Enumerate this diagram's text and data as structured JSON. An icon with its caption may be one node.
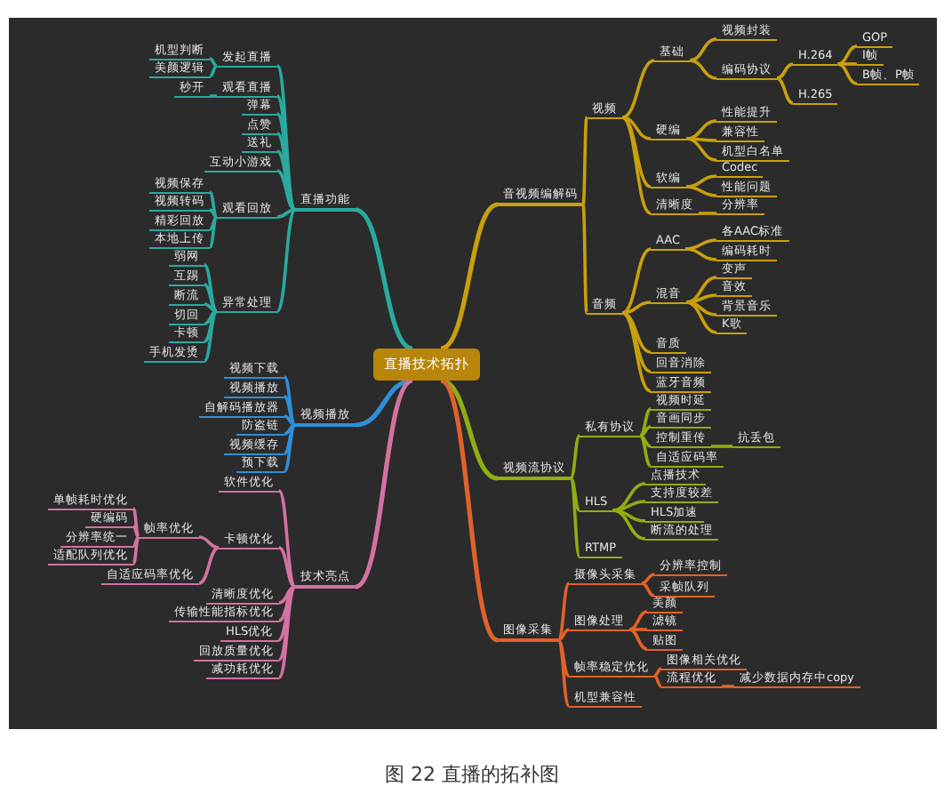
{
  "diagram": {
    "caption": "图 22 直播的拓补图",
    "nodes": [
      {
        "text": [
          "直播技术拓扑"
        ]
      },
      {
        "text": [
          "音视频编解码"
        ]
      },
      {
        "text": [
          "视频"
        ]
      },
      {
        "text": [
          "基础"
        ]
      },
      {
        "text": [
          "视频封装"
        ]
      },
      {
        "text": [
          "编码协议"
        ]
      },
      {
        "text": [
          "H.264"
        ]
      },
      {
        "text": [
          "GOP"
        ]
      },
      {
        "text": [
          "I帧"
        ]
      },
      {
        "text": [
          "B帧、P帧"
        ]
      },
      {
        "text": [
          "H.265"
        ]
      },
      {
        "text": [
          "硬编"
        ]
      },
      {
        "text": [
          "性能提升"
        ]
      },
      {
        "text": [
          "兼容性"
        ]
      },
      {
        "text": [
          "机型白名单"
        ]
      },
      {
        "text": [
          "软编"
        ]
      },
      {
        "text": [
          "Codec"
        ]
      },
      {
        "text": [
          "性能问题"
        ]
      },
      {
        "text": [
          "清晰度"
        ]
      },
      {
        "text": [
          "分辨率"
        ]
      },
      {
        "text": [
          "音频"
        ]
      },
      {
        "text": [
          "AAC"
        ]
      },
      {
        "text": [
          "各AAC标准"
        ]
      },
      {
        "text": [
          "编码耗时"
        ]
      },
      {
        "text": [
          "混音"
        ]
      },
      {
        "text": [
          "变声"
        ]
      },
      {
        "text": [
          "音效"
        ]
      },
      {
        "text": [
          "背景音乐"
        ]
      },
      {
        "text": [
          "K歌"
        ]
      },
      {
        "text": [
          "音质"
        ]
      },
      {
        "text": [
          "回音消除"
        ]
      },
      {
        "text": [
          "蓝牙音频"
        ]
      },
      {
        "text": [
          "视频流协议"
        ]
      },
      {
        "text": [
          "私有协议"
        ]
      },
      {
        "text": [
          "视频时延"
        ]
      },
      {
        "text": [
          "音画同步"
        ]
      },
      {
        "text": [
          "控制重传"
        ]
      },
      {
        "text": [
          "抗丢包"
        ]
      },
      {
        "text": [
          "自适应码率"
        ]
      },
      {
        "text": [
          "HLS"
        ]
      },
      {
        "text": [
          "点播技术"
        ]
      },
      {
        "text": [
          "支持度较差"
        ]
      },
      {
        "text": [
          "HLS加速"
        ]
      },
      {
        "text": [
          "断流的处理"
        ]
      },
      {
        "text": [
          "RTMP"
        ]
      },
      {
        "text": [
          "图像采集"
        ]
      },
      {
        "text": [
          "摄像头采集"
        ]
      },
      {
        "text": [
          "分辨率控制"
        ]
      },
      {
        "text": [
          "采帧队列"
        ]
      },
      {
        "text": [
          "图像处理"
        ]
      },
      {
        "text": [
          "美颜"
        ]
      },
      {
        "text": [
          "滤镜"
        ]
      },
      {
        "text": [
          "贴图"
        ]
      },
      {
        "text": [
          "帧率稳定优化"
        ]
      },
      {
        "text": [
          "图像相关优化"
        ]
      },
      {
        "text": [
          "流程优化"
        ]
      },
      {
        "text": [
          "减少数据内存中copy"
        ]
      },
      {
        "text": [
          "机型兼容性"
        ]
      },
      {
        "text": [
          "直播功能"
        ]
      },
      {
        "text": [
          "发起直播"
        ]
      },
      {
        "text": [
          "机型判断"
        ]
      },
      {
        "text": [
          "美颜逻辑"
        ]
      },
      {
        "text": [
          "观看直播"
        ]
      },
      {
        "text": [
          "秒开"
        ]
      },
      {
        "text": [
          "弹幕"
        ]
      },
      {
        "text": [
          "点赞"
        ]
      },
      {
        "text": [
          "送礼"
        ]
      },
      {
        "text": [
          "互动小游戏"
        ]
      },
      {
        "text": [
          "观看回放"
        ]
      },
      {
        "text": [
          "视频保存"
        ]
      },
      {
        "text": [
          "视频转码"
        ]
      },
      {
        "text": [
          "精彩回放"
        ]
      },
      {
        "text": [
          "本地上传"
        ]
      },
      {
        "text": [
          "异常处理"
        ]
      },
      {
        "text": [
          "弱网"
        ]
      },
      {
        "text": [
          "互踢"
        ]
      },
      {
        "text": [
          "断流"
        ]
      },
      {
        "text": [
          "切回"
        ]
      },
      {
        "text": [
          "卡顿"
        ]
      },
      {
        "text": [
          "手机发烫"
        ]
      },
      {
        "text": [
          "视频播放"
        ]
      },
      {
        "text": [
          "视频下载"
        ]
      },
      {
        "text": [
          "视频播放"
        ]
      },
      {
        "text": [
          "自解码播放器"
        ]
      },
      {
        "text": [
          "防盗链"
        ]
      },
      {
        "text": [
          "视频缓存"
        ]
      },
      {
        "text": [
          "预下载"
        ]
      },
      {
        "text": [
          "技术亮点"
        ]
      },
      {
        "text": [
          "软件优化"
        ]
      },
      {
        "text": [
          "卡顿优化"
        ]
      },
      {
        "text": [
          "帧率优化"
        ]
      },
      {
        "text": [
          "单帧耗时优化"
        ]
      },
      {
        "text": [
          "硬编码"
        ]
      },
      {
        "text": [
          "分辨率统一"
        ]
      },
      {
        "text": [
          "适配队列优化"
        ]
      },
      {
        "text": [
          "自适应码率优化"
        ]
      },
      {
        "text": [
          "清晰度优化"
        ]
      },
      {
        "text": [
          "传输性能指标优化"
        ]
      },
      {
        "text": [
          "HLS优化"
        ]
      },
      {
        "text": [
          "回放质量优化"
        ]
      },
      {
        "text": [
          "减功耗优化"
        ]
      }
    ],
    "edges": [
      {
        "from": 0,
        "to": 1,
        "arrow": "none",
        "color": "#c9a00c"
      },
      {
        "from": 1,
        "to": 2,
        "arrow": "none",
        "color": "#c9a00c"
      },
      {
        "from": 2,
        "to": 3,
        "arrow": "none",
        "color": "#c9a00c"
      },
      {
        "from": 3,
        "to": 4,
        "arrow": "none",
        "color": "#c9a00c"
      },
      {
        "from": 3,
        "to": 5,
        "arrow": "none",
        "color": "#c9a00c"
      },
      {
        "from": 5,
        "to": 6,
        "arrow": "none",
        "color": "#c9a00c"
      },
      {
        "from": 6,
        "to": 7,
        "arrow": "none",
        "color": "#c9a00c"
      },
      {
        "from": 6,
        "to": 8,
        "arrow": "none",
        "color": "#c9a00c"
      },
      {
        "from": 6,
        "to": 9,
        "arrow": "none",
        "color": "#c9a00c"
      },
      {
        "from": 5,
        "to": 10,
        "arrow": "none",
        "color": "#c9a00c"
      },
      {
        "from": 2,
        "to": 11,
        "arrow": "none",
        "color": "#c9a00c"
      },
      {
        "from": 11,
        "to": 12,
        "arrow": "none",
        "color": "#c9a00c"
      },
      {
        "from": 11,
        "to": 13,
        "arrow": "none",
        "color": "#c9a00c"
      },
      {
        "from": 11,
        "to": 14,
        "arrow": "none",
        "color": "#c9a00c"
      },
      {
        "from": 2,
        "to": 15,
        "arrow": "none",
        "color": "#c9a00c"
      },
      {
        "from": 15,
        "to": 16,
        "arrow": "none",
        "color": "#c9a00c"
      },
      {
        "from": 15,
        "to": 17,
        "arrow": "none",
        "color": "#c9a00c"
      },
      {
        "from": 2,
        "to": 18,
        "arrow": "none",
        "color": "#c9a00c"
      },
      {
        "from": 18,
        "to": 19,
        "arrow": "none",
        "color": "#c9a00c"
      },
      {
        "from": 1,
        "to": 20,
        "arrow": "none",
        "color": "#c9a00c"
      },
      {
        "from": 20,
        "to": 21,
        "arrow": "none",
        "color": "#c9a00c"
      },
      {
        "from": 21,
        "to": 22,
        "arrow": "none",
        "color": "#c9a00c"
      },
      {
        "from": 21,
        "to": 23,
        "arrow": "none",
        "color": "#c9a00c"
      },
      {
        "from": 20,
        "to": 24,
        "arrow": "none",
        "color": "#c9a00c"
      },
      {
        "from": 24,
        "to": 25,
        "arrow": "none",
        "color": "#c9a00c"
      },
      {
        "from": 24,
        "to": 26,
        "arrow": "none",
        "color": "#c9a00c"
      },
      {
        "from": 24,
        "to": 27,
        "arrow": "none",
        "color": "#c9a00c"
      },
      {
        "from": 24,
        "to": 28,
        "arrow": "none",
        "color": "#c9a00c"
      },
      {
        "from": 20,
        "to": 29,
        "arrow": "none",
        "color": "#c9a00c"
      },
      {
        "from": 20,
        "to": 30,
        "arrow": "none",
        "color": "#c9a00c"
      },
      {
        "from": 20,
        "to": 31,
        "arrow": "none",
        "color": "#c9a00c"
      },
      {
        "from": 0,
        "to": 32,
        "arrow": "none",
        "color": "#8fae12"
      },
      {
        "from": 32,
        "to": 33,
        "arrow": "none",
        "color": "#8fae12"
      },
      {
        "from": 33,
        "to": 34,
        "arrow": "none",
        "color": "#8fae12"
      },
      {
        "from": 33,
        "to": 35,
        "arrow": "none",
        "color": "#8fae12"
      },
      {
        "from": 33,
        "to": 36,
        "arrow": "none",
        "color": "#8fae12"
      },
      {
        "from": 36,
        "to": 37,
        "arrow": "none",
        "color": "#8fae12"
      },
      {
        "from": 33,
        "to": 38,
        "arrow": "none",
        "color": "#8fae12"
      },
      {
        "from": 32,
        "to": 39,
        "arrow": "none",
        "color": "#8fae12"
      },
      {
        "from": 39,
        "to": 40,
        "arrow": "none",
        "color": "#8fae12"
      },
      {
        "from": 39,
        "to": 41,
        "arrow": "none",
        "color": "#8fae12"
      },
      {
        "from": 39,
        "to": 42,
        "arrow": "none",
        "color": "#8fae12"
      },
      {
        "from": 39,
        "to": 43,
        "arrow": "none",
        "color": "#8fae12"
      },
      {
        "from": 32,
        "to": 44,
        "arrow": "none",
        "color": "#8fae12"
      },
      {
        "from": 0,
        "to": 45,
        "arrow": "none",
        "color": "#e0622a"
      },
      {
        "from": 45,
        "to": 46,
        "arrow": "none",
        "color": "#e0622a"
      },
      {
        "from": 46,
        "to": 47,
        "arrow": "none",
        "color": "#e0622a"
      },
      {
        "from": 46,
        "to": 48,
        "arrow": "none",
        "color": "#e0622a"
      },
      {
        "from": 45,
        "to": 49,
        "arrow": "none",
        "color": "#e0622a"
      },
      {
        "from": 49,
        "to": 50,
        "arrow": "none",
        "color": "#e0622a"
      },
      {
        "from": 49,
        "to": 51,
        "arrow": "none",
        "color": "#e0622a"
      },
      {
        "from": 49,
        "to": 52,
        "arrow": "none",
        "color": "#e0622a"
      },
      {
        "from": 45,
        "to": 53,
        "arrow": "none",
        "color": "#e0622a"
      },
      {
        "from": 53,
        "to": 54,
        "arrow": "none",
        "color": "#e0622a"
      },
      {
        "from": 53,
        "to": 55,
        "arrow": "none",
        "color": "#e0622a"
      },
      {
        "from": 55,
        "to": 56,
        "arrow": "none",
        "color": "#e0622a"
      },
      {
        "from": 45,
        "to": 57,
        "arrow": "none",
        "color": "#e0622a"
      },
      {
        "from": 0,
        "to": 58,
        "arrow": "none",
        "color": "#2aa9a0"
      },
      {
        "from": 58,
        "to": 59,
        "arrow": "none",
        "color": "#2aa9a0"
      },
      {
        "from": 59,
        "to": 60,
        "arrow": "none",
        "color": "#2aa9a0"
      },
      {
        "from": 59,
        "to": 61,
        "arrow": "none",
        "color": "#2aa9a0"
      },
      {
        "from": 58,
        "to": 62,
        "arrow": "none",
        "color": "#2aa9a0"
      },
      {
        "from": 62,
        "to": 63,
        "arrow": "none",
        "color": "#2aa9a0"
      },
      {
        "from": 58,
        "to": 64,
        "arrow": "none",
        "color": "#2aa9a0"
      },
      {
        "from": 58,
        "to": 65,
        "arrow": "none",
        "color": "#2aa9a0"
      },
      {
        "from": 58,
        "to": 66,
        "arrow": "none",
        "color": "#2aa9a0"
      },
      {
        "from": 58,
        "to": 67,
        "arrow": "none",
        "color": "#2aa9a0"
      },
      {
        "from": 58,
        "to": 68,
        "arrow": "none",
        "color": "#2aa9a0"
      },
      {
        "from": 68,
        "to": 69,
        "arrow": "none",
        "color": "#2aa9a0"
      },
      {
        "from": 68,
        "to": 70,
        "arrow": "none",
        "color": "#2aa9a0"
      },
      {
        "from": 68,
        "to": 71,
        "arrow": "none",
        "color": "#2aa9a0"
      },
      {
        "from": 68,
        "to": 72,
        "arrow": "none",
        "color": "#2aa9a0"
      },
      {
        "from": 58,
        "to": 73,
        "arrow": "none",
        "color": "#2aa9a0"
      },
      {
        "from": 73,
        "to": 74,
        "arrow": "none",
        "color": "#2aa9a0"
      },
      {
        "from": 73,
        "to": 75,
        "arrow": "none",
        "color": "#2aa9a0"
      },
      {
        "from": 73,
        "to": 76,
        "arrow": "none",
        "color": "#2aa9a0"
      },
      {
        "from": 73,
        "to": 77,
        "arrow": "none",
        "color": "#2aa9a0"
      },
      {
        "from": 73,
        "to": 78,
        "arrow": "none",
        "color": "#2aa9a0"
      },
      {
        "from": 73,
        "to": 79,
        "arrow": "none",
        "color": "#2aa9a0"
      },
      {
        "from": 0,
        "to": 80,
        "arrow": "none",
        "color": "#2f8fd8"
      },
      {
        "from": 80,
        "to": 81,
        "arrow": "none",
        "color": "#2f8fd8"
      },
      {
        "from": 80,
        "to": 82,
        "arrow": "none",
        "color": "#2f8fd8"
      },
      {
        "from": 80,
        "to": 83,
        "arrow": "none",
        "color": "#2f8fd8"
      },
      {
        "from": 80,
        "to": 84,
        "arrow": "none",
        "color": "#2f8fd8"
      },
      {
        "from": 80,
        "to": 85,
        "arrow": "none",
        "color": "#2f8fd8"
      },
      {
        "from": 80,
        "to": 86,
        "arrow": "none",
        "color": "#2f8fd8"
      },
      {
        "from": 0,
        "to": 87,
        "arrow": "none",
        "color": "#d472a0"
      },
      {
        "from": 87,
        "to": 88,
        "arrow": "none",
        "color": "#d472a0"
      },
      {
        "from": 87,
        "to": 89,
        "arrow": "none",
        "color": "#d472a0"
      },
      {
        "from": 89,
        "to": 90,
        "arrow": "none",
        "color": "#d472a0"
      },
      {
        "from": 90,
        "to": 91,
        "arrow": "none",
        "color": "#d472a0"
      },
      {
        "from": 90,
        "to": 92,
        "arrow": "none",
        "color": "#d472a0"
      },
      {
        "from": 90,
        "to": 93,
        "arrow": "none",
        "color": "#d472a0"
      },
      {
        "from": 90,
        "to": 94,
        "arrow": "none",
        "color": "#d472a0"
      },
      {
        "from": 89,
        "to": 95,
        "arrow": "none",
        "color": "#d472a0"
      },
      {
        "from": 87,
        "to": 96,
        "arrow": "none",
        "color": "#d472a0"
      },
      {
        "from": 87,
        "to": 97,
        "arrow": "none",
        "color": "#d472a0"
      },
      {
        "from": 87,
        "to": 98,
        "arrow": "none",
        "color": "#d472a0"
      },
      {
        "from": 87,
        "to": 99,
        "arrow": "none",
        "color": "#d472a0"
      },
      {
        "from": 87,
        "to": 100,
        "arrow": "none",
        "color": "#d472a0"
      }
    ]
  }
}
